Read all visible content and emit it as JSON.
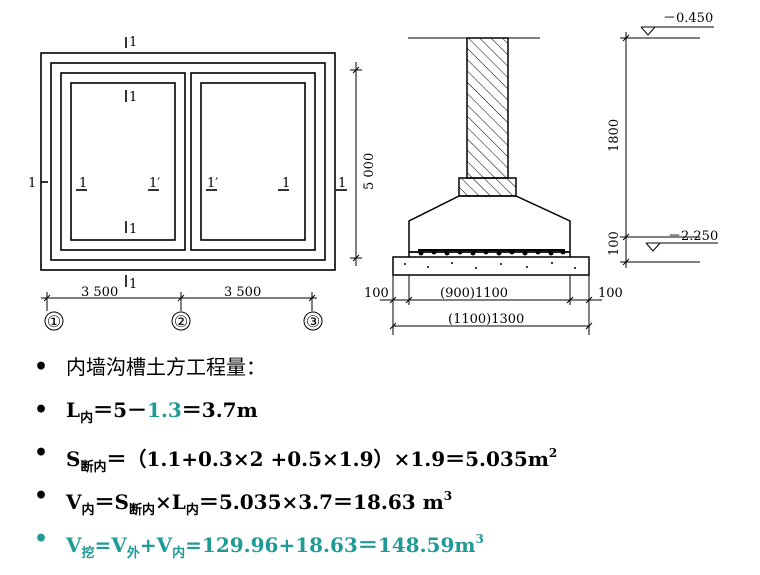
{
  "drawing": {
    "plan": {
      "section_marks": [
        "1",
        "1",
        "1",
        "1",
        "1",
        "1′",
        "1′",
        "1",
        "1",
        "1"
      ],
      "dim_x": [
        "3 500",
        "3 500"
      ],
      "dim_y": "5 000",
      "axes": [
        "①",
        "②",
        "③"
      ]
    },
    "section": {
      "dims": [
        "100",
        "(900)1100",
        "100",
        "(1100)1300"
      ]
    },
    "elevation": {
      "levels": [
        "－0.450",
        "－2.250"
      ],
      "dims": [
        "1800",
        "100"
      ]
    }
  },
  "bullets": {
    "heading": "内墙沟槽土方工程量：",
    "l_inner": {
      "v": "L",
      "sub": "内",
      "eq": "＝5－",
      "hl": "1.3",
      "rest": "＝3.7m"
    },
    "s_section": {
      "v": "S",
      "sub": "断内",
      "eq": "＝（1.1+0.3×2 +0.5×1.9）×1.9＝5.035m",
      "sup": "2"
    },
    "v_inner": {
      "v1": "V",
      "sub1": "内",
      "eq1": "＝S",
      "sub2": "断内",
      "eq2": "×L",
      "sub3": "内",
      "eq3": "＝5.035×3.7＝18.63 m",
      "sup": "3"
    },
    "v_total": {
      "v1": "V",
      "sub1": "挖",
      "eq1": "=V",
      "sub2": "外",
      "eq2": "+V",
      "sub3": "内",
      "eq3": "=129.96+18.63＝148.59m",
      "sup": "3"
    }
  },
  "colors": {
    "highlight": "#1f9a96",
    "text": "#000000"
  }
}
